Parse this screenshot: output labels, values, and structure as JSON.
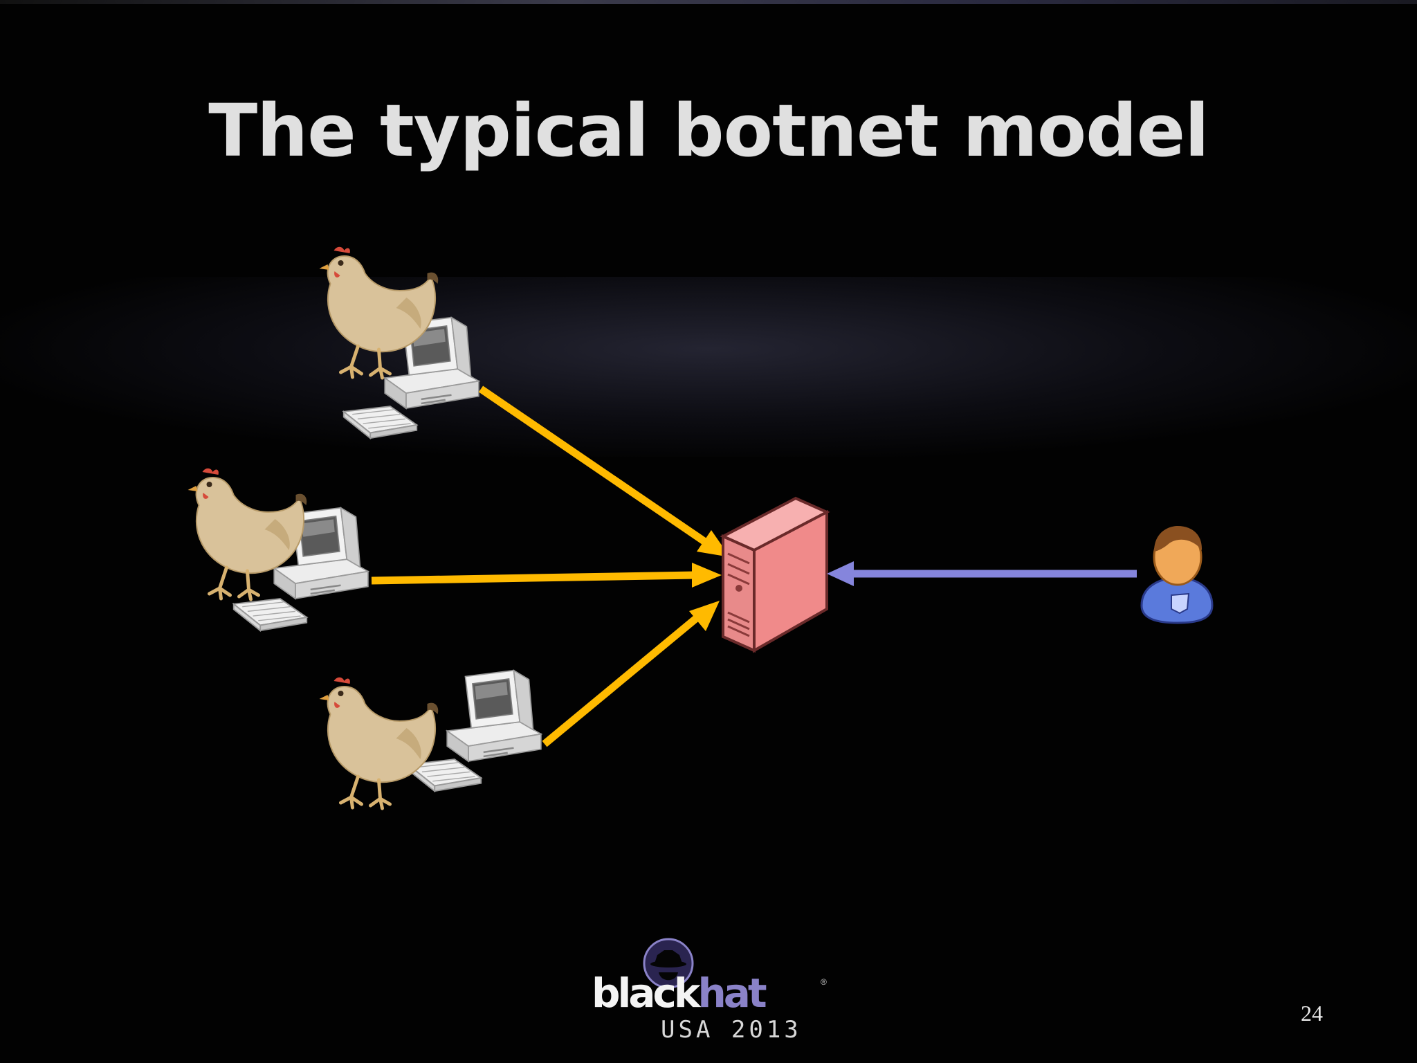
{
  "slide": {
    "title": "The typical botnet model",
    "page_number": "24"
  },
  "logo": {
    "brand_black": "black",
    "brand_hat": "hat",
    "registered_mark": "®",
    "event": "USA 2013"
  },
  "diagram": {
    "bots": [
      {
        "icon": "chicken-icon",
        "computer": "computer-icon"
      },
      {
        "icon": "chicken-icon",
        "computer": "computer-icon"
      },
      {
        "icon": "chicken-icon",
        "computer": "computer-icon"
      }
    ],
    "server": {
      "icon": "server-icon"
    },
    "botmaster": {
      "icon": "user-icon"
    },
    "colors": {
      "bot_arrow": "#ffba00",
      "master_arrow": "#8585dc",
      "server": "#f08a8a",
      "logo_hat": "#8a82c8"
    }
  }
}
